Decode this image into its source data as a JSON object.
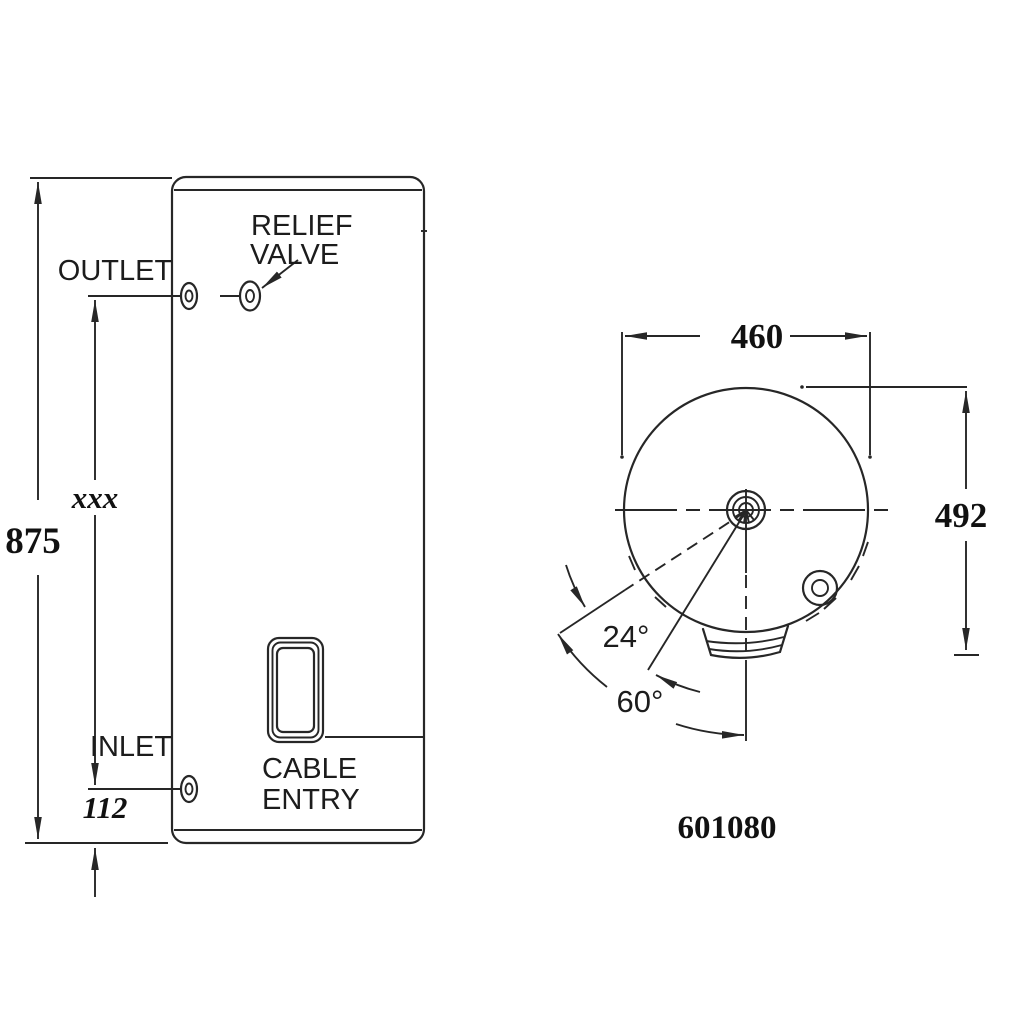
{
  "front_view": {
    "labels": {
      "outlet": "OUTLET",
      "relief_valve_line1": "RELIEF",
      "relief_valve_line2": "VALVE",
      "inlet": "INLET",
      "cable_entry_line1": "CABLE",
      "cable_entry_line2": "ENTRY"
    },
    "dimensions": {
      "overall_height": "875",
      "outlet_to_inlet": "xxx",
      "inlet_from_base": "112"
    }
  },
  "top_view": {
    "dimensions": {
      "diameter": "460",
      "overall_depth": "492",
      "relief_valve_angle": "24°",
      "cable_entry_angle": "60°"
    },
    "part_number": "601080"
  },
  "colors": {
    "background": "#ffffff",
    "line": "#272727"
  }
}
